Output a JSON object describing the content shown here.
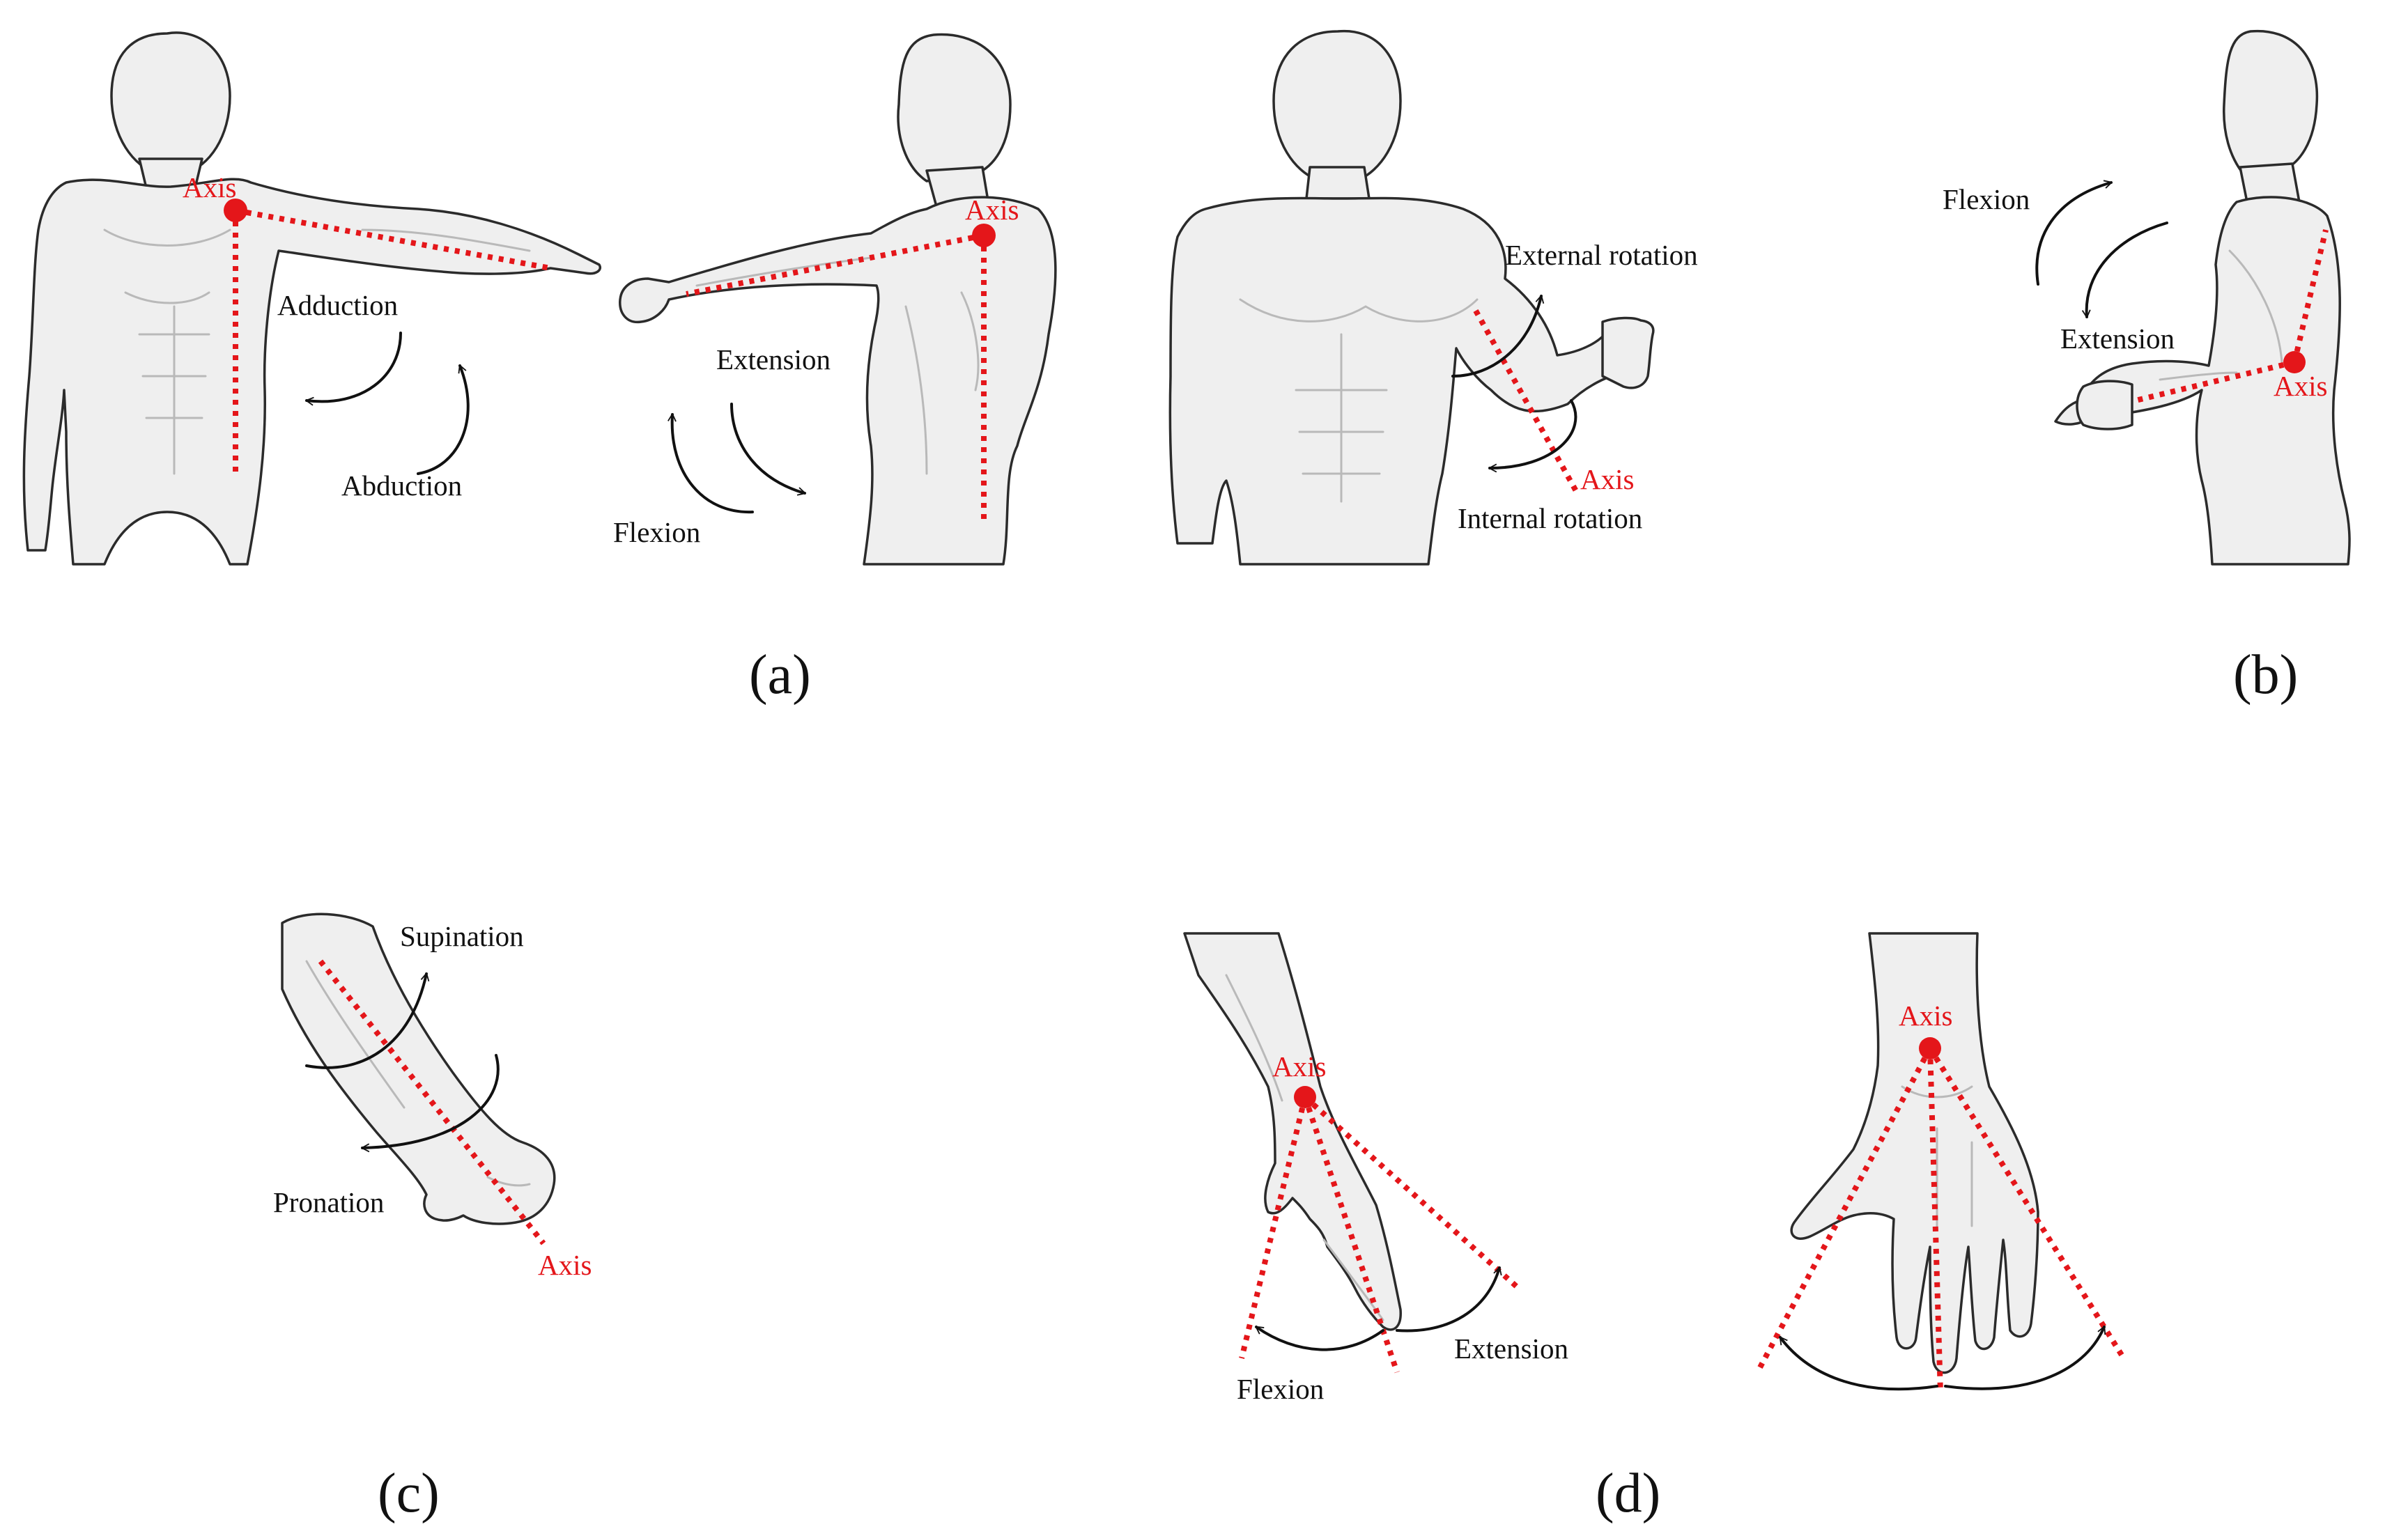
{
  "panels": {
    "a": {
      "caption": "(a)",
      "front_view": {
        "axis_label": "Axis",
        "motion_1": "Adduction",
        "motion_2": "Abduction"
      },
      "side_view": {
        "axis_label": "Axis",
        "motion_1": "Extension",
        "motion_2": "Flexion"
      },
      "rotation_view": {
        "axis_label": "Axis",
        "motion_1": "External rotation",
        "motion_2": "Internal rotation"
      }
    },
    "b": {
      "caption": "(b)",
      "axis_label": "Axis",
      "motion_1": "Flexion",
      "motion_2": "Extension"
    },
    "c": {
      "caption": "(c)",
      "axis_label": "Axis",
      "motion_1": "Supination",
      "motion_2": "Pronation"
    },
    "d": {
      "caption": "(d)",
      "side_view": {
        "axis_label": "Axis",
        "motion_1": "Flexion",
        "motion_2": "Extension"
      },
      "front_view": {
        "axis_label": "Axis"
      }
    }
  },
  "colors": {
    "axis": "#e4161a",
    "arrow": "#111111",
    "body_fill": "#efefef",
    "body_outline": "#2b2b2b"
  }
}
